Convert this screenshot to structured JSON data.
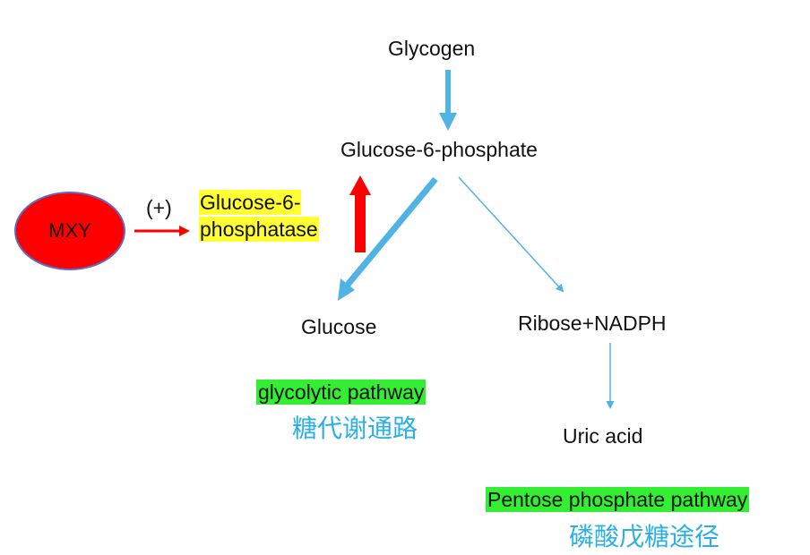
{
  "nodes": {
    "glycogen": "Glycogen",
    "g6p": "Glucose-6-phosphate",
    "glucose": "Glucose",
    "ribose": "Ribose+NADPH",
    "uric_acid": "Uric acid"
  },
  "regulator": {
    "drug": "MXY",
    "effect": "(+)",
    "enzyme_line1": "Glucose-6-",
    "enzyme_line2": "phosphatase"
  },
  "pathways": {
    "glycolytic_en": "glycolytic pathway",
    "glycolytic_cn": "糖代谢通路",
    "pentose_en": "Pentose phosphate pathway",
    "pentose_cn": "磷酸戊糖途径"
  },
  "colors": {
    "pathway_arrow": "#4fb3e3",
    "activation_arrow": "#ff0000",
    "enzyme_highlight": "#ffff33",
    "pathway_highlight": "#33ee33",
    "chinese_text": "#2ab0e6",
    "drug_oval": "#ff0000"
  }
}
